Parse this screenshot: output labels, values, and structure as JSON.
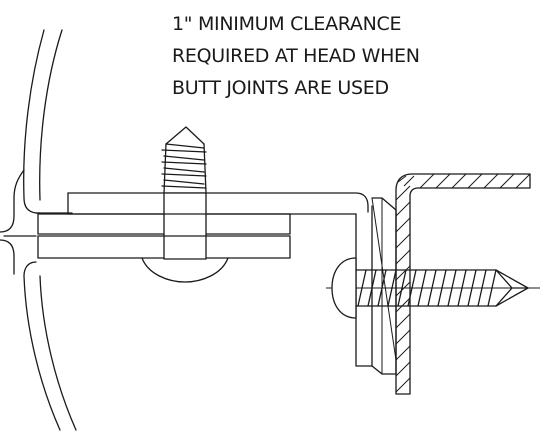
{
  "note": {
    "lines": [
      "1\" MINIMUM CLEARANCE",
      "REQUIRED AT HEAD WHEN",
      "BUTT JOINTS ARE USED"
    ]
  },
  "colors": {
    "ink": "#1a1a1a",
    "background": "#ffffff"
  }
}
